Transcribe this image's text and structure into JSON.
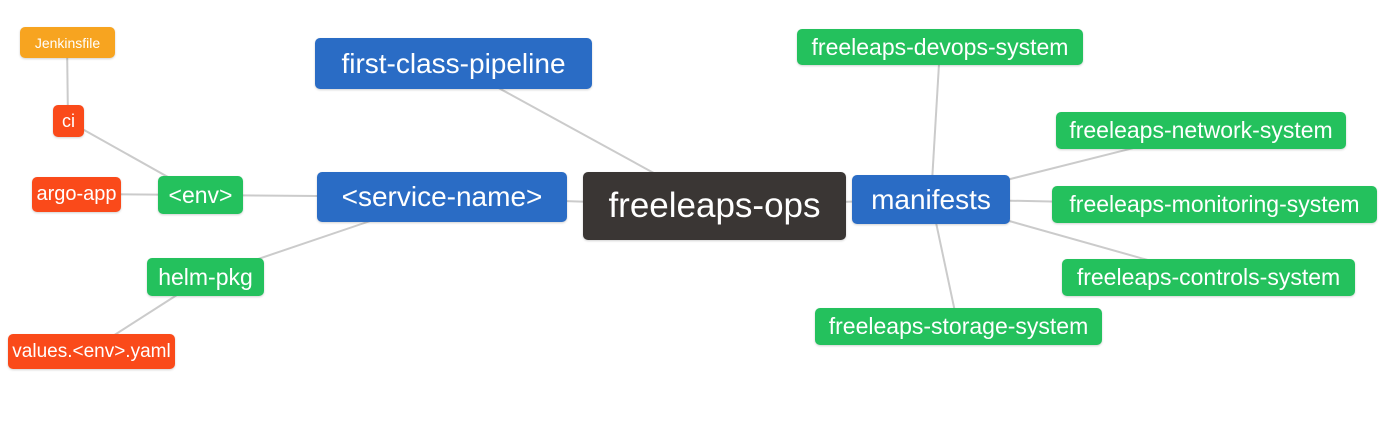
{
  "diagram": {
    "type": "mindmap",
    "root_label": "freeleaps-ops",
    "palette": {
      "root": "#3A3634",
      "branch": "#2A6CC5",
      "green": "#24C15D",
      "red": "#FA4A1A",
      "orange": "#F7A420",
      "edge": "#CBCBCB",
      "text": "#FFFFFF"
    },
    "nodes": [
      {
        "id": "jenkinsfile",
        "label": "Jenkinsfile",
        "role": "orange"
      },
      {
        "id": "ci",
        "label": "ci",
        "role": "red"
      },
      {
        "id": "argo-app",
        "label": "argo-app",
        "role": "red"
      },
      {
        "id": "env",
        "label": "<env>",
        "role": "green"
      },
      {
        "id": "helm-pkg",
        "label": "helm-pkg",
        "role": "green"
      },
      {
        "id": "values-env-yaml",
        "label": "values.<env>.yaml",
        "role": "red"
      },
      {
        "id": "first-class-pipeline",
        "label": "first-class-pipeline",
        "role": "branch"
      },
      {
        "id": "service-name",
        "label": "<service-name>",
        "role": "branch"
      },
      {
        "id": "freeleaps-ops",
        "label": "freeleaps-ops",
        "role": "root"
      },
      {
        "id": "manifests",
        "label": "manifests",
        "role": "branch"
      },
      {
        "id": "freeleaps-devops-system",
        "label": "freeleaps-devops-system",
        "role": "green"
      },
      {
        "id": "freeleaps-network-system",
        "label": "freeleaps-network-system",
        "role": "green"
      },
      {
        "id": "freeleaps-monitoring-system",
        "label": "freeleaps-monitoring-system",
        "role": "green"
      },
      {
        "id": "freeleaps-controls-system",
        "label": "freeleaps-controls-system",
        "role": "green"
      },
      {
        "id": "freeleaps-storage-system",
        "label": "freeleaps-storage-system",
        "role": "green"
      }
    ],
    "edges": [
      {
        "from": "jenkinsfile",
        "to": "ci"
      },
      {
        "from": "ci",
        "to": "env"
      },
      {
        "from": "argo-app",
        "to": "env"
      },
      {
        "from": "env",
        "to": "service-name"
      },
      {
        "from": "helm-pkg",
        "to": "service-name"
      },
      {
        "from": "values-env-yaml",
        "to": "helm-pkg"
      },
      {
        "from": "first-class-pipeline",
        "to": "freeleaps-ops"
      },
      {
        "from": "service-name",
        "to": "freeleaps-ops"
      },
      {
        "from": "freeleaps-ops",
        "to": "manifests"
      },
      {
        "from": "manifests",
        "to": "freeleaps-devops-system"
      },
      {
        "from": "manifests",
        "to": "freeleaps-network-system"
      },
      {
        "from": "manifests",
        "to": "freeleaps-monitoring-system"
      },
      {
        "from": "manifests",
        "to": "freeleaps-controls-system"
      },
      {
        "from": "manifests",
        "to": "freeleaps-storage-system"
      }
    ]
  }
}
